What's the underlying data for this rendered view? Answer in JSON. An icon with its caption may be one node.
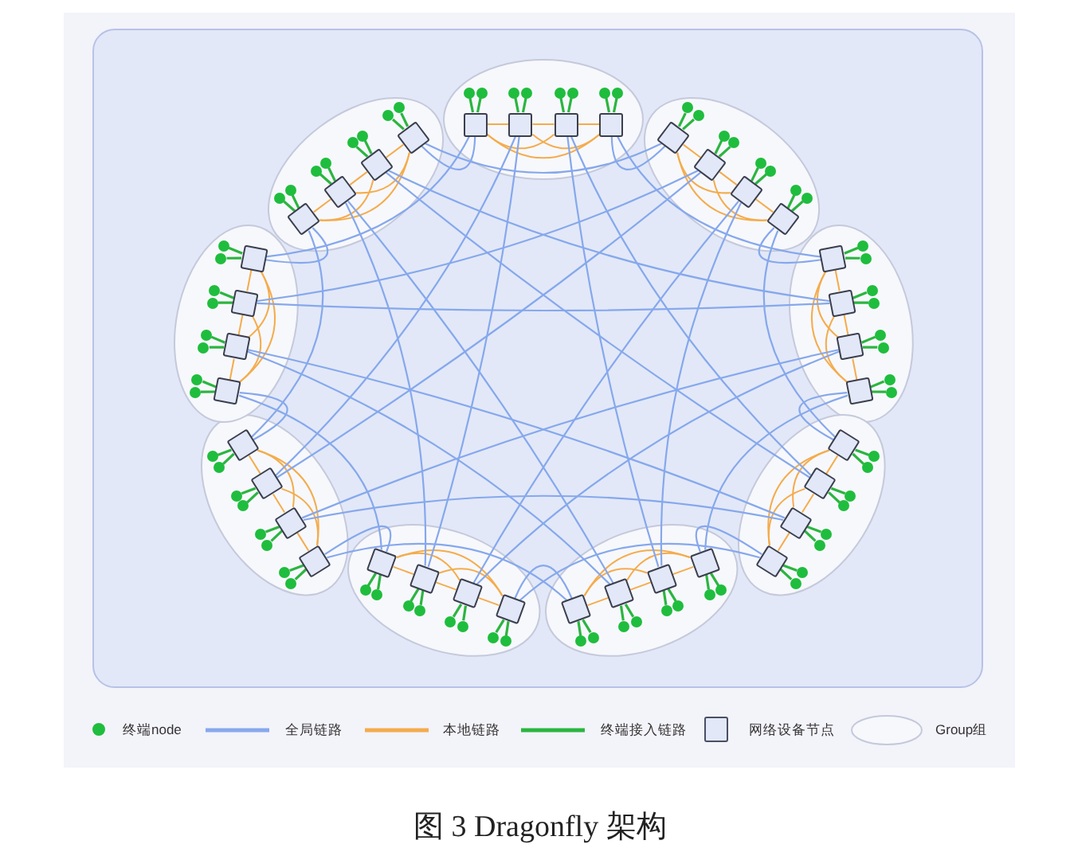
{
  "diagram": {
    "caption": "图 3 Dragonfly 架构",
    "nodes": [
      {
        "text": [],
        "shape": "ellipse"
      },
      {
        "text": [],
        "shape": "box",
        "in": 0
      },
      {
        "text": [],
        "shape": "box",
        "in": 0
      },
      {
        "text": [],
        "shape": "box",
        "in": 0
      },
      {
        "text": [],
        "shape": "box",
        "in": 0
      },
      {
        "text": [],
        "shape": "circle",
        "in": 0
      },
      {
        "text": [],
        "shape": "circle",
        "in": 0
      },
      {
        "text": [],
        "shape": "circle",
        "in": 0
      },
      {
        "text": [],
        "shape": "circle",
        "in": 0
      },
      {
        "text": [],
        "shape": "circle",
        "in": 0
      },
      {
        "text": [],
        "shape": "circle",
        "in": 0
      },
      {
        "text": [],
        "shape": "circle",
        "in": 0
      },
      {
        "text": [],
        "shape": "circle",
        "in": 0
      },
      {
        "text": [],
        "shape": "ellipse"
      },
      {
        "text": [],
        "shape": "box",
        "in": 13
      },
      {
        "text": [],
        "shape": "box",
        "in": 13
      },
      {
        "text": [],
        "shape": "box",
        "in": 13
      },
      {
        "text": [],
        "shape": "box",
        "in": 13
      },
      {
        "text": [],
        "shape": "circle",
        "in": 13
      },
      {
        "text": [],
        "shape": "circle",
        "in": 13
      },
      {
        "text": [],
        "shape": "circle",
        "in": 13
      },
      {
        "text": [],
        "shape": "circle",
        "in": 13
      },
      {
        "text": [],
        "shape": "circle",
        "in": 13
      },
      {
        "text": [],
        "shape": "circle",
        "in": 13
      },
      {
        "text": [],
        "shape": "circle",
        "in": 13
      },
      {
        "text": [],
        "shape": "circle",
        "in": 13
      },
      {
        "text": [],
        "shape": "ellipse"
      },
      {
        "text": [],
        "shape": "box",
        "in": 26
      },
      {
        "text": [],
        "shape": "box",
        "in": 26
      },
      {
        "text": [],
        "shape": "box",
        "in": 26
      },
      {
        "text": [],
        "shape": "box",
        "in": 26
      },
      {
        "text": [],
        "shape": "circle",
        "in": 26
      },
      {
        "text": [],
        "shape": "circle",
        "in": 26
      },
      {
        "text": [],
        "shape": "circle",
        "in": 26
      },
      {
        "text": [],
        "shape": "circle",
        "in": 26
      },
      {
        "text": [],
        "shape": "circle",
        "in": 26
      },
      {
        "text": [],
        "shape": "circle",
        "in": 26
      },
      {
        "text": [],
        "shape": "circle",
        "in": 26
      },
      {
        "text": [],
        "shape": "circle",
        "in": 26
      },
      {
        "text": [],
        "shape": "ellipse"
      },
      {
        "text": [],
        "shape": "box",
        "in": 39
      },
      {
        "text": [],
        "shape": "box",
        "in": 39
      },
      {
        "text": [],
        "shape": "box",
        "in": 39
      },
      {
        "text": [],
        "shape": "box",
        "in": 39
      },
      {
        "text": [],
        "shape": "circle",
        "in": 39
      },
      {
        "text": [],
        "shape": "circle",
        "in": 39
      },
      {
        "text": [],
        "shape": "circle",
        "in": 39
      },
      {
        "text": [],
        "shape": "circle",
        "in": 39
      },
      {
        "text": [],
        "shape": "circle",
        "in": 39
      },
      {
        "text": [],
        "shape": "circle",
        "in": 39
      },
      {
        "text": [],
        "shape": "circle",
        "in": 39
      },
      {
        "text": [],
        "shape": "circle",
        "in": 39
      },
      {
        "text": [],
        "shape": "ellipse"
      },
      {
        "text": [],
        "shape": "box",
        "in": 52
      },
      {
        "text": [],
        "shape": "box",
        "in": 52
      },
      {
        "text": [],
        "shape": "box",
        "in": 52
      },
      {
        "text": [],
        "shape": "box",
        "in": 52
      },
      {
        "text": [],
        "shape": "circle",
        "in": 52
      },
      {
        "text": [],
        "shape": "circle",
        "in": 52
      },
      {
        "text": [],
        "shape": "circle",
        "in": 52
      },
      {
        "text": [],
        "shape": "circle",
        "in": 52
      },
      {
        "text": [],
        "shape": "circle",
        "in": 52
      },
      {
        "text": [],
        "shape": "circle",
        "in": 52
      },
      {
        "text": [],
        "shape": "circle",
        "in": 52
      },
      {
        "text": [],
        "shape": "circle",
        "in": 52
      },
      {
        "text": [],
        "shape": "ellipse"
      },
      {
        "text": [],
        "shape": "box",
        "in": 65
      },
      {
        "text": [],
        "shape": "box",
        "in": 65
      },
      {
        "text": [],
        "shape": "box",
        "in": 65
      },
      {
        "text": [],
        "shape": "box",
        "in": 65
      },
      {
        "text": [],
        "shape": "circle",
        "in": 65
      },
      {
        "text": [],
        "shape": "circle",
        "in": 65
      },
      {
        "text": [],
        "shape": "circle",
        "in": 65
      },
      {
        "text": [],
        "shape": "circle",
        "in": 65
      },
      {
        "text": [],
        "shape": "circle",
        "in": 65
      },
      {
        "text": [],
        "shape": "circle",
        "in": 65
      },
      {
        "text": [],
        "shape": "circle",
        "in": 65
      },
      {
        "text": [],
        "shape": "circle",
        "in": 65
      },
      {
        "text": [],
        "shape": "ellipse"
      },
      {
        "text": [],
        "shape": "box",
        "in": 78
      },
      {
        "text": [],
        "shape": "box",
        "in": 78
      },
      {
        "text": [],
        "shape": "box",
        "in": 78
      },
      {
        "text": [],
        "shape": "box",
        "in": 78
      },
      {
        "text": [],
        "shape": "circle",
        "in": 78
      },
      {
        "text": [],
        "shape": "circle",
        "in": 78
      },
      {
        "text": [],
        "shape": "circle",
        "in": 78
      },
      {
        "text": [],
        "shape": "circle",
        "in": 78
      },
      {
        "text": [],
        "shape": "circle",
        "in": 78
      },
      {
        "text": [],
        "shape": "circle",
        "in": 78
      },
      {
        "text": [],
        "shape": "circle",
        "in": 78
      },
      {
        "text": [],
        "shape": "circle",
        "in": 78
      },
      {
        "text": [],
        "shape": "ellipse"
      },
      {
        "text": [],
        "shape": "box",
        "in": 91
      },
      {
        "text": [],
        "shape": "box",
        "in": 91
      },
      {
        "text": [],
        "shape": "box",
        "in": 91
      },
      {
        "text": [],
        "shape": "box",
        "in": 91
      },
      {
        "text": [],
        "shape": "circle",
        "in": 91
      },
      {
        "text": [],
        "shape": "circle",
        "in": 91
      },
      {
        "text": [],
        "shape": "circle",
        "in": 91
      },
      {
        "text": [],
        "shape": "circle",
        "in": 91
      },
      {
        "text": [],
        "shape": "circle",
        "in": 91
      },
      {
        "text": [],
        "shape": "circle",
        "in": 91
      },
      {
        "text": [],
        "shape": "circle",
        "in": 91
      },
      {
        "text": [],
        "shape": "circle",
        "in": 91
      },
      {
        "text": [],
        "shape": "ellipse"
      },
      {
        "text": [],
        "shape": "box",
        "in": 104
      },
      {
        "text": [],
        "shape": "box",
        "in": 104
      },
      {
        "text": [],
        "shape": "box",
        "in": 104
      },
      {
        "text": [],
        "shape": "box",
        "in": 104
      },
      {
        "text": [],
        "shape": "circle",
        "in": 104
      },
      {
        "text": [],
        "shape": "circle",
        "in": 104
      },
      {
        "text": [],
        "shape": "circle",
        "in": 104
      },
      {
        "text": [],
        "shape": "circle",
        "in": 104
      },
      {
        "text": [],
        "shape": "circle",
        "in": 104
      },
      {
        "text": [],
        "shape": "circle",
        "in": 104
      },
      {
        "text": [],
        "shape": "circle",
        "in": 104
      },
      {
        "text": [],
        "shape": "circle",
        "in": 104
      }
    ],
    "edges": [
      {
        "from": 1,
        "to": 5,
        "arrow": "none"
      },
      {
        "from": 1,
        "to": 6,
        "arrow": "none"
      },
      {
        "from": 2,
        "to": 7,
        "arrow": "none"
      },
      {
        "from": 2,
        "to": 8,
        "arrow": "none"
      },
      {
        "from": 3,
        "to": 9,
        "arrow": "none"
      },
      {
        "from": 3,
        "to": 10,
        "arrow": "none"
      },
      {
        "from": 4,
        "to": 11,
        "arrow": "none"
      },
      {
        "from": 4,
        "to": 12,
        "arrow": "none"
      },
      {
        "from": 1,
        "to": 2,
        "arrow": "none",
        "color": "#f4ac4c"
      },
      {
        "from": 1,
        "to": 3,
        "arrow": "none",
        "color": "#f4ac4c"
      },
      {
        "from": 1,
        "to": 4,
        "arrow": "none",
        "color": "#f4ac4c"
      },
      {
        "from": 2,
        "to": 3,
        "arrow": "none",
        "color": "#f4ac4c"
      },
      {
        "from": 2,
        "to": 4,
        "arrow": "none",
        "color": "#f4ac4c"
      },
      {
        "from": 3,
        "to": 4,
        "arrow": "none",
        "color": "#f4ac4c"
      },
      {
        "from": 14,
        "to": 18,
        "arrow": "none"
      },
      {
        "from": 14,
        "to": 19,
        "arrow": "none"
      },
      {
        "from": 15,
        "to": 20,
        "arrow": "none"
      },
      {
        "from": 15,
        "to": 21,
        "arrow": "none"
      },
      {
        "from": 16,
        "to": 22,
        "arrow": "none"
      },
      {
        "from": 16,
        "to": 23,
        "arrow": "none"
      },
      {
        "from": 17,
        "to": 24,
        "arrow": "none"
      },
      {
        "from": 17,
        "to": 25,
        "arrow": "none"
      },
      {
        "from": 14,
        "to": 15,
        "arrow": "none",
        "color": "#f4ac4c"
      },
      {
        "from": 14,
        "to": 16,
        "arrow": "none",
        "color": "#f4ac4c"
      },
      {
        "from": 14,
        "to": 17,
        "arrow": "none",
        "color": "#f4ac4c"
      },
      {
        "from": 15,
        "to": 16,
        "arrow": "none",
        "color": "#f4ac4c"
      },
      {
        "from": 15,
        "to": 17,
        "arrow": "none",
        "color": "#f4ac4c"
      },
      {
        "from": 16,
        "to": 17,
        "arrow": "none",
        "color": "#f4ac4c"
      },
      {
        "from": 27,
        "to": 31,
        "arrow": "none"
      },
      {
        "from": 27,
        "to": 32,
        "arrow": "none"
      },
      {
        "from": 28,
        "to": 33,
        "arrow": "none"
      },
      {
        "from": 28,
        "to": 34,
        "arrow": "none"
      },
      {
        "from": 29,
        "to": 35,
        "arrow": "none"
      },
      {
        "from": 29,
        "to": 36,
        "arrow": "none"
      },
      {
        "from": 30,
        "to": 37,
        "arrow": "none"
      },
      {
        "from": 30,
        "to": 38,
        "arrow": "none"
      },
      {
        "from": 27,
        "to": 28,
        "arrow": "none",
        "color": "#f4ac4c"
      },
      {
        "from": 27,
        "to": 29,
        "arrow": "none",
        "color": "#f4ac4c"
      },
      {
        "from": 27,
        "to": 30,
        "arrow": "none",
        "color": "#f4ac4c"
      },
      {
        "from": 28,
        "to": 29,
        "arrow": "none",
        "color": "#f4ac4c"
      },
      {
        "from": 28,
        "to": 30,
        "arrow": "none",
        "color": "#f4ac4c"
      },
      {
        "from": 29,
        "to": 30,
        "arrow": "none",
        "color": "#f4ac4c"
      },
      {
        "from": 40,
        "to": 44,
        "arrow": "none"
      },
      {
        "from": 40,
        "to": 45,
        "arrow": "none"
      },
      {
        "from": 41,
        "to": 46,
        "arrow": "none"
      },
      {
        "from": 41,
        "to": 47,
        "arrow": "none"
      },
      {
        "from": 42,
        "to": 48,
        "arrow": "none"
      },
      {
        "from": 42,
        "to": 49,
        "arrow": "none"
      },
      {
        "from": 43,
        "to": 50,
        "arrow": "none"
      },
      {
        "from": 43,
        "to": 51,
        "arrow": "none"
      },
      {
        "from": 40,
        "to": 41,
        "arrow": "none",
        "color": "#f4ac4c"
      },
      {
        "from": 40,
        "to": 42,
        "arrow": "none",
        "color": "#f4ac4c"
      },
      {
        "from": 40,
        "to": 43,
        "arrow": "none",
        "color": "#f4ac4c"
      },
      {
        "from": 41,
        "to": 42,
        "arrow": "none",
        "color": "#f4ac4c"
      },
      {
        "from": 41,
        "to": 43,
        "arrow": "none",
        "color": "#f4ac4c"
      },
      {
        "from": 42,
        "to": 43,
        "arrow": "none",
        "color": "#f4ac4c"
      },
      {
        "from": 53,
        "to": 57,
        "arrow": "none"
      },
      {
        "from": 53,
        "to": 58,
        "arrow": "none"
      },
      {
        "from": 54,
        "to": 59,
        "arrow": "none"
      },
      {
        "from": 54,
        "to": 60,
        "arrow": "none"
      },
      {
        "from": 55,
        "to": 61,
        "arrow": "none"
      },
      {
        "from": 55,
        "to": 62,
        "arrow": "none"
      },
      {
        "from": 56,
        "to": 63,
        "arrow": "none"
      },
      {
        "from": 56,
        "to": 64,
        "arrow": "none"
      },
      {
        "from": 53,
        "to": 54,
        "arrow": "none",
        "color": "#f4ac4c"
      },
      {
        "from": 53,
        "to": 55,
        "arrow": "none",
        "color": "#f4ac4c"
      },
      {
        "from": 53,
        "to": 56,
        "arrow": "none",
        "color": "#f4ac4c"
      },
      {
        "from": 54,
        "to": 55,
        "arrow": "none",
        "color": "#f4ac4c"
      },
      {
        "from": 54,
        "to": 56,
        "arrow": "none",
        "color": "#f4ac4c"
      },
      {
        "from": 55,
        "to": 56,
        "arrow": "none",
        "color": "#f4ac4c"
      },
      {
        "from": 66,
        "to": 70,
        "arrow": "none"
      },
      {
        "from": 66,
        "to": 71,
        "arrow": "none"
      },
      {
        "from": 67,
        "to": 72,
        "arrow": "none"
      },
      {
        "from": 67,
        "to": 73,
        "arrow": "none"
      },
      {
        "from": 68,
        "to": 74,
        "arrow": "none"
      },
      {
        "from": 68,
        "to": 75,
        "arrow": "none"
      },
      {
        "from": 69,
        "to": 76,
        "arrow": "none"
      },
      {
        "from": 69,
        "to": 77,
        "arrow": "none"
      },
      {
        "from": 66,
        "to": 67,
        "arrow": "none",
        "color": "#f4ac4c"
      },
      {
        "from": 66,
        "to": 68,
        "arrow": "none",
        "color": "#f4ac4c"
      },
      {
        "from": 66,
        "to": 69,
        "arrow": "none",
        "color": "#f4ac4c"
      },
      {
        "from": 67,
        "to": 68,
        "arrow": "none",
        "color": "#f4ac4c"
      },
      {
        "from": 67,
        "to": 69,
        "arrow": "none",
        "color": "#f4ac4c"
      },
      {
        "from": 68,
        "to": 69,
        "arrow": "none",
        "color": "#f4ac4c"
      },
      {
        "from": 79,
        "to": 83,
        "arrow": "none"
      },
      {
        "from": 79,
        "to": 84,
        "arrow": "none"
      },
      {
        "from": 80,
        "to": 85,
        "arrow": "none"
      },
      {
        "from": 80,
        "to": 86,
        "arrow": "none"
      },
      {
        "from": 81,
        "to": 87,
        "arrow": "none"
      },
      {
        "from": 81,
        "to": 88,
        "arrow": "none"
      },
      {
        "from": 82,
        "to": 89,
        "arrow": "none"
      },
      {
        "from": 82,
        "to": 90,
        "arrow": "none"
      },
      {
        "from": 79,
        "to": 80,
        "arrow": "none",
        "color": "#f4ac4c"
      },
      {
        "from": 79,
        "to": 81,
        "arrow": "none",
        "color": "#f4ac4c"
      },
      {
        "from": 79,
        "to": 82,
        "arrow": "none",
        "color": "#f4ac4c"
      },
      {
        "from": 80,
        "to": 81,
        "arrow": "none",
        "color": "#f4ac4c"
      },
      {
        "from": 80,
        "to": 82,
        "arrow": "none",
        "color": "#f4ac4c"
      },
      {
        "from": 81,
        "to": 82,
        "arrow": "none",
        "color": "#f4ac4c"
      },
      {
        "from": 92,
        "to": 96,
        "arrow": "none"
      },
      {
        "from": 92,
        "to": 97,
        "arrow": "none"
      },
      {
        "from": 93,
        "to": 98,
        "arrow": "none"
      },
      {
        "from": 93,
        "to": 99,
        "arrow": "none"
      },
      {
        "from": 94,
        "to": 100,
        "arrow": "none"
      },
      {
        "from": 94,
        "to": 101,
        "arrow": "none"
      },
      {
        "from": 95,
        "to": 102,
        "arrow": "none"
      },
      {
        "from": 95,
        "to": 103,
        "arrow": "none"
      },
      {
        "from": 92,
        "to": 93,
        "arrow": "none",
        "color": "#f4ac4c"
      },
      {
        "from": 92,
        "to": 94,
        "arrow": "none",
        "color": "#f4ac4c"
      },
      {
        "from": 92,
        "to": 95,
        "arrow": "none",
        "color": "#f4ac4c"
      },
      {
        "from": 93,
        "to": 94,
        "arrow": "none",
        "color": "#f4ac4c"
      },
      {
        "from": 93,
        "to": 95,
        "arrow": "none",
        "color": "#f4ac4c"
      },
      {
        "from": 94,
        "to": 95,
        "arrow": "none",
        "color": "#f4ac4c"
      },
      {
        "from": 105,
        "to": 109,
        "arrow": "none"
      },
      {
        "from": 105,
        "to": 110,
        "arrow": "none"
      },
      {
        "from": 106,
        "to": 111,
        "arrow": "none"
      },
      {
        "from": 106,
        "to": 112,
        "arrow": "none"
      },
      {
        "from": 107,
        "to": 113,
        "arrow": "none"
      },
      {
        "from": 107,
        "to": 114,
        "arrow": "none"
      },
      {
        "from": 108,
        "to": 115,
        "arrow": "none"
      },
      {
        "from": 108,
        "to": 116,
        "arrow": "none"
      },
      {
        "from": 105,
        "to": 106,
        "arrow": "none",
        "color": "#f4ac4c"
      },
      {
        "from": 105,
        "to": 107,
        "arrow": "none",
        "color": "#f4ac4c"
      },
      {
        "from": 105,
        "to": 108,
        "arrow": "none",
        "color": "#f4ac4c"
      },
      {
        "from": 106,
        "to": 107,
        "arrow": "none",
        "color": "#f4ac4c"
      },
      {
        "from": 106,
        "to": 108,
        "arrow": "none",
        "color": "#f4ac4c"
      },
      {
        "from": 107,
        "to": 108,
        "arrow": "none",
        "color": "#f4ac4c"
      },
      {
        "from": 4,
        "to": 14,
        "arrow": "none",
        "color": "#86a8ec"
      },
      {
        "from": 4,
        "to": 27,
        "arrow": "none",
        "color": "#86a8ec"
      },
      {
        "from": 3,
        "to": 41,
        "arrow": "none",
        "color": "#86a8ec"
      },
      {
        "from": 3,
        "to": 54,
        "arrow": "none",
        "color": "#86a8ec"
      },
      {
        "from": 2,
        "to": 68,
        "arrow": "none",
        "color": "#86a8ec"
      },
      {
        "from": 2,
        "to": 81,
        "arrow": "none",
        "color": "#86a8ec"
      },
      {
        "from": 1,
        "to": 95,
        "arrow": "none",
        "color": "#86a8ec"
      },
      {
        "from": 1,
        "to": 108,
        "arrow": "none",
        "color": "#86a8ec"
      },
      {
        "from": 17,
        "to": 27,
        "arrow": "none",
        "color": "#86a8ec"
      },
      {
        "from": 17,
        "to": 40,
        "arrow": "none",
        "color": "#86a8ec"
      },
      {
        "from": 16,
        "to": 54,
        "arrow": "none",
        "color": "#86a8ec"
      },
      {
        "from": 16,
        "to": 67,
        "arrow": "none",
        "color": "#86a8ec"
      },
      {
        "from": 15,
        "to": 81,
        "arrow": "none",
        "color": "#86a8ec"
      },
      {
        "from": 15,
        "to": 94,
        "arrow": "none",
        "color": "#86a8ec"
      },
      {
        "from": 14,
        "to": 108,
        "arrow": "none",
        "color": "#86a8ec"
      },
      {
        "from": 30,
        "to": 40,
        "arrow": "none",
        "color": "#86a8ec"
      },
      {
        "from": 30,
        "to": 53,
        "arrow": "none",
        "color": "#86a8ec"
      },
      {
        "from": 29,
        "to": 67,
        "arrow": "none",
        "color": "#86a8ec"
      },
      {
        "from": 29,
        "to": 80,
        "arrow": "none",
        "color": "#86a8ec"
      },
      {
        "from": 28,
        "to": 94,
        "arrow": "none",
        "color": "#86a8ec"
      },
      {
        "from": 28,
        "to": 107,
        "arrow": "none",
        "color": "#86a8ec"
      },
      {
        "from": 43,
        "to": 53,
        "arrow": "none",
        "color": "#86a8ec"
      },
      {
        "from": 43,
        "to": 66,
        "arrow": "none",
        "color": "#86a8ec"
      },
      {
        "from": 42,
        "to": 80,
        "arrow": "none",
        "color": "#86a8ec"
      },
      {
        "from": 42,
        "to": 93,
        "arrow": "none",
        "color": "#86a8ec"
      },
      {
        "from": 41,
        "to": 107,
        "arrow": "none",
        "color": "#86a8ec"
      },
      {
        "from": 56,
        "to": 66,
        "arrow": "none",
        "color": "#86a8ec"
      },
      {
        "from": 56,
        "to": 79,
        "arrow": "none",
        "color": "#86a8ec"
      },
      {
        "from": 55,
        "to": 93,
        "arrow": "none",
        "color": "#86a8ec"
      },
      {
        "from": 55,
        "to": 106,
        "arrow": "none",
        "color": "#86a8ec"
      },
      {
        "from": 69,
        "to": 79,
        "arrow": "none",
        "color": "#86a8ec"
      },
      {
        "from": 69,
        "to": 92,
        "arrow": "none",
        "color": "#86a8ec"
      },
      {
        "from": 68,
        "to": 106,
        "arrow": "none",
        "color": "#86a8ec"
      },
      {
        "from": 82,
        "to": 92,
        "arrow": "none",
        "color": "#86a8ec"
      },
      {
        "from": 82,
        "to": 105,
        "arrow": "none",
        "color": "#86a8ec"
      },
      {
        "from": 95,
        "to": 105,
        "arrow": "none",
        "color": "#86a8ec"
      }
    ],
    "legend": [
      {
        "text": "终端node",
        "color": "#1fbd3d"
      },
      {
        "text": "全局链路"
      },
      {
        "text": "本地链路"
      },
      {
        "text": "终端接入链路"
      },
      {
        "text": "网络设备节点"
      },
      {
        "text": "Group组"
      }
    ]
  }
}
